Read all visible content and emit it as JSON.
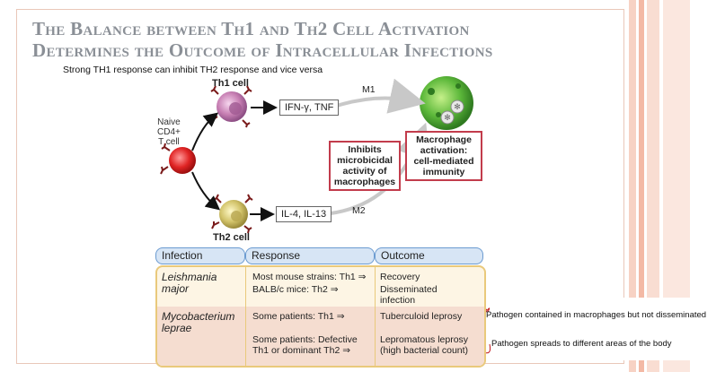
{
  "title": {
    "line1": "The Balance between Th1 and Th2 Cell Activation",
    "line2": "Determines the Outcome of Intracellular Infections"
  },
  "subtitle": "Strong TH1 response can inhibit TH2 response and vice versa",
  "diagram": {
    "th1_label": "Th1 cell",
    "th2_label": "Th2 cell",
    "naive_label": [
      "Naive",
      "CD4+",
      "T cell"
    ],
    "ifn_box": "IFN-γ, TNF",
    "il_box": "IL-4, IL-13",
    "m1": "M1",
    "m2": "M2",
    "inhibits_box": [
      "Inhibits",
      "microbicidal",
      "activity of",
      "macrophages"
    ],
    "macrophage_box": [
      "Macrophage",
      "activation:",
      "cell-mediated",
      "immunity"
    ]
  },
  "table": {
    "headers": [
      "Infection",
      "Response",
      "Outcome"
    ],
    "rows": [
      {
        "infection": [
          "Leishmania",
          "major"
        ],
        "responses": [
          "Most mouse strains: Th1 ⇒",
          "BALB/c mice: Th2 ⇒"
        ],
        "outcomes": [
          "Recovery",
          "Disseminated",
          "infection"
        ]
      },
      {
        "infection": [
          "Mycobacterium",
          "leprae"
        ],
        "responses": [
          "Some patients: Th1 ⇒",
          "Some patients: Defective",
          "Th1 or dominant Th2 ⇒"
        ],
        "outcomes": [
          "Tuberculoid leprosy",
          "Lepromatous leprosy",
          "(high bacterial count)"
        ]
      }
    ]
  },
  "notes": {
    "note1": "Pathogen contained in macrophages but not disseminated",
    "note2": "Pathogen spreads to different areas of the body"
  },
  "colors": {
    "title": "#8a8f96",
    "red_box": "#c23c4c",
    "table_header": "#d7e5f5",
    "table_body": "#fdf5e4",
    "stripe": "#f6c6b4"
  }
}
